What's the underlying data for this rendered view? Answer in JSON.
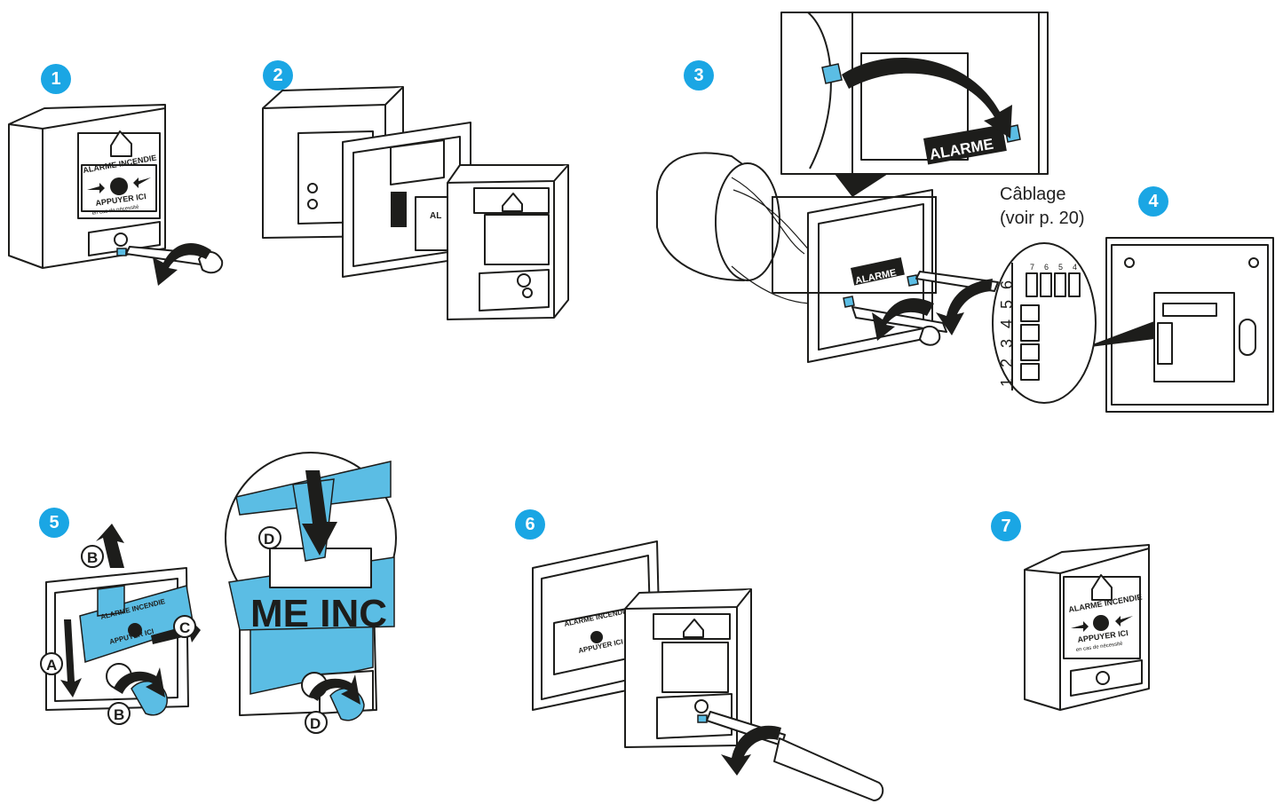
{
  "steps": [
    "1",
    "2",
    "3",
    "4",
    "5",
    "6",
    "7"
  ],
  "device_text": {
    "alarme_incendie": "ALARME INCENDIE",
    "appuyer_ici": "APPUYER ICI",
    "en_cas": "en cas de nécessité",
    "alarme": "ALARME",
    "me_inc": "ME INC",
    "al": "AL"
  },
  "caption": {
    "cablage": "Câblage",
    "voir": "(voir p. 20)"
  },
  "terminal_numbers": [
    "1",
    "2",
    "3",
    "4",
    "5",
    "6"
  ],
  "dip_numbers": [
    "7",
    "6",
    "5",
    "4"
  ],
  "letters": {
    "a": "A",
    "b_top": "B",
    "b_bottom": "B",
    "c": "C",
    "d_zoom": "D",
    "d_bottom": "D"
  },
  "colors": {
    "accent": "#1aa6e4",
    "part_blue": "#5bbde4",
    "line": "#1d1d1b"
  }
}
